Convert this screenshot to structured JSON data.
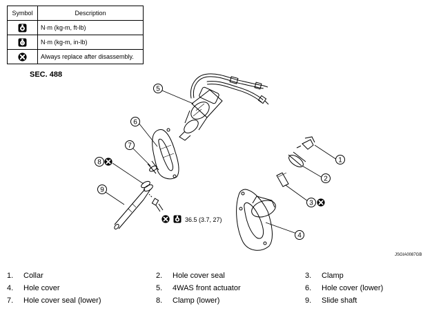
{
  "legend": {
    "headers": {
      "symbol": "Symbol",
      "description": "Description"
    },
    "rows": [
      {
        "icon": "torque-wrench-icon",
        "text": "N·m (kg-m, ft-lb)"
      },
      {
        "icon": "torque-wrench-small-icon",
        "text": "N·m (kg-m, in-lb)"
      },
      {
        "icon": "always-replace-icon",
        "text": "Always replace after disassembly."
      }
    ]
  },
  "section": "SEC. 488",
  "torque_spec": "36.5 (3.7, 27)",
  "callouts": [
    "1",
    "2",
    "3",
    "4",
    "5",
    "6",
    "7",
    "8",
    "9"
  ],
  "drawing_code": "JSGIA0087GB",
  "parts": [
    {
      "num": "1.",
      "name": "Collar"
    },
    {
      "num": "2.",
      "name": "Hole cover seal"
    },
    {
      "num": "3.",
      "name": "Clamp"
    },
    {
      "num": "4.",
      "name": "Hole cover"
    },
    {
      "num": "5.",
      "name": "4WAS front actuator"
    },
    {
      "num": "6.",
      "name": "Hole cover (lower)"
    },
    {
      "num": "7.",
      "name": "Hole cover seal (lower)"
    },
    {
      "num": "8.",
      "name": "Clamp (lower)"
    },
    {
      "num": "9.",
      "name": "Slide shaft"
    }
  ]
}
